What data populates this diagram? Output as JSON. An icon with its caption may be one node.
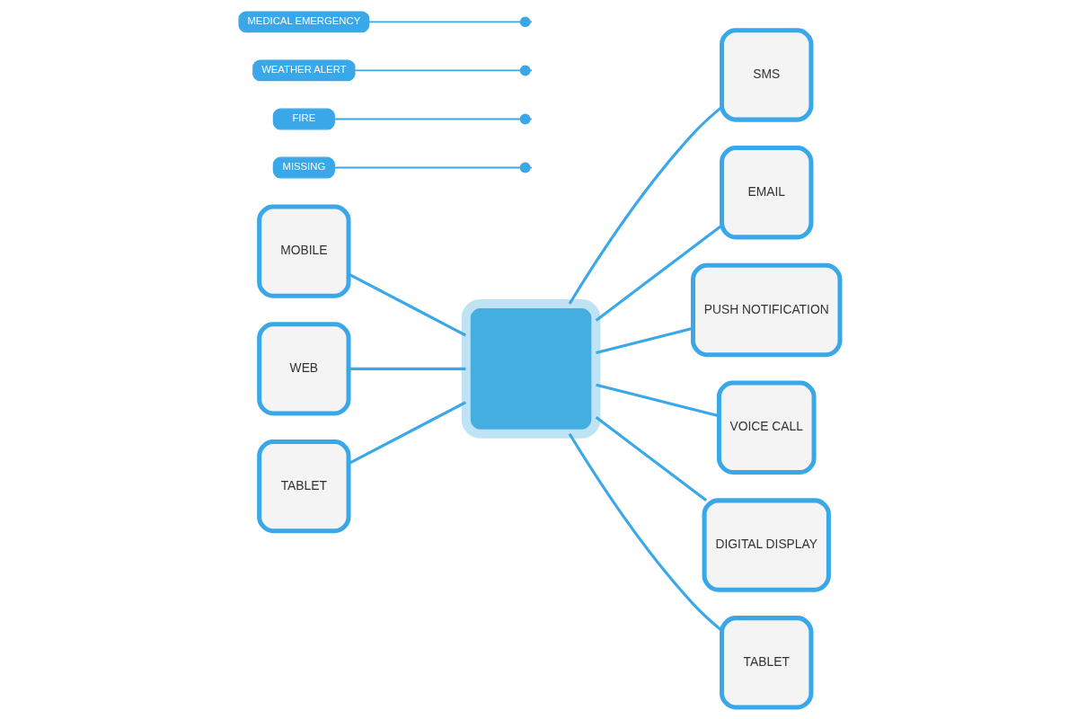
{
  "diagram": {
    "nodes": [
      {
        "text": [
          "MOBILE"
        ]
      },
      {
        "text": [
          "WEB"
        ]
      },
      {
        "text": [
          "TABLET"
        ]
      },
      {
        "text": [],
        "shape": "box"
      },
      {
        "text": [
          "SMS"
        ]
      },
      {
        "text": [
          "EMAIL"
        ]
      },
      {
        "text": [
          "PUSH NOTIFICATION"
        ]
      },
      {
        "text": [
          "VOICE CALL"
        ]
      },
      {
        "text": [
          "DIGITAL DISPLAY"
        ]
      },
      {
        "text": [
          "TABLET"
        ]
      },
      {
        "text": [
          "MISSING"
        ]
      },
      {
        "text": [
          "FIRE"
        ]
      },
      {
        "text": [
          "WEATHER ALERT"
        ]
      },
      {
        "text": [
          "MEDICAL EMERGENCY"
        ]
      }
    ],
    "edges": [
      {
        "from": 0,
        "to": 3,
        "arrow": "none"
      },
      {
        "from": 1,
        "to": 3,
        "arrow": "none"
      },
      {
        "from": 2,
        "to": 3,
        "arrow": "none"
      },
      {
        "from": 3,
        "to": 4,
        "arrow": "none"
      },
      {
        "from": 3,
        "to": 5,
        "arrow": "none"
      },
      {
        "from": 3,
        "to": 6,
        "arrow": "none"
      },
      {
        "from": 3,
        "to": 7,
        "arrow": "none"
      },
      {
        "from": 3,
        "to": 8,
        "arrow": "none"
      },
      {
        "from": 3,
        "to": 9,
        "arrow": "none"
      },
      {
        "from": 10,
        "to": null,
        "arrow": "other"
      },
      {
        "from": 11,
        "to": null,
        "arrow": "other"
      },
      {
        "from": 12,
        "to": null,
        "arrow": "other"
      },
      {
        "from": 13,
        "to": null,
        "arrow": "other"
      }
    ]
  }
}
